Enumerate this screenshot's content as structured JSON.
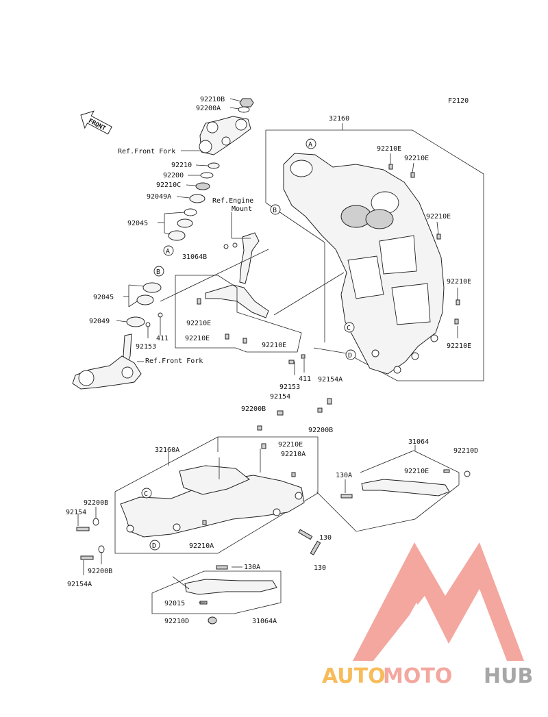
{
  "figure_code": "F2120",
  "front_arrow": "FRONT",
  "refs": {
    "front_fork_top": "Ref.Front Fork",
    "front_fork_bottom": "Ref.Front Fork",
    "engine_mount_1": "Ref.Engine",
    "engine_mount_2": "Mount"
  },
  "circle_letters": {
    "a": "A",
    "b": "B",
    "c": "C",
    "d": "D"
  },
  "parts": {
    "p92210B": "92210B",
    "p92200A": "92200A",
    "p92210": "92210",
    "p92200": "92200",
    "p92210C": "92210C",
    "p92049A": "92049A",
    "p92045_top": "92045",
    "p31064B": "31064B",
    "p92045_bot": "92045",
    "p92049": "92049",
    "p92153_a": "92153",
    "p411_a": "411",
    "p92210E_1": "92210E",
    "p92210E_2": "92210E",
    "p92210E_3": "92210E",
    "p32160": "32160",
    "p92210E_4": "92210E",
    "p92210E_5": "92210E",
    "p92210E_6": "92210E",
    "p92210E_7": "92210E",
    "p92210E_8": "92210E",
    "p411_b": "411",
    "p92153_b": "92153",
    "p92154A_top": "92154A",
    "p92154_top": "92154",
    "p92200B_a": "92200B",
    "p92200B_b": "92200B",
    "p32160A": "32160A",
    "p92210E_9": "92210E",
    "p92210A_a": "92210A",
    "p31064": "31064",
    "p92210D_a": "92210D",
    "p130A_a": "130A",
    "p92210E_10": "92210E",
    "p92200B_c": "92200B",
    "p92154_left": "92154",
    "p92210A_b": "92210A",
    "p130_a": "130",
    "p130_b": "130",
    "p92200B_d": "92200B",
    "p92154A_left": "92154A",
    "p130A_b": "130A",
    "p92015": "92015",
    "p92210D_b": "92210D",
    "p31064A": "31064A"
  },
  "watermark": {
    "part1": "AUTO",
    "part2": "MOTO",
    "part3": "HUB"
  },
  "colors": {
    "wm_orange": "#f5a623",
    "wm_red": "#f08a80",
    "wm_gray": "#8a8a8a"
  }
}
